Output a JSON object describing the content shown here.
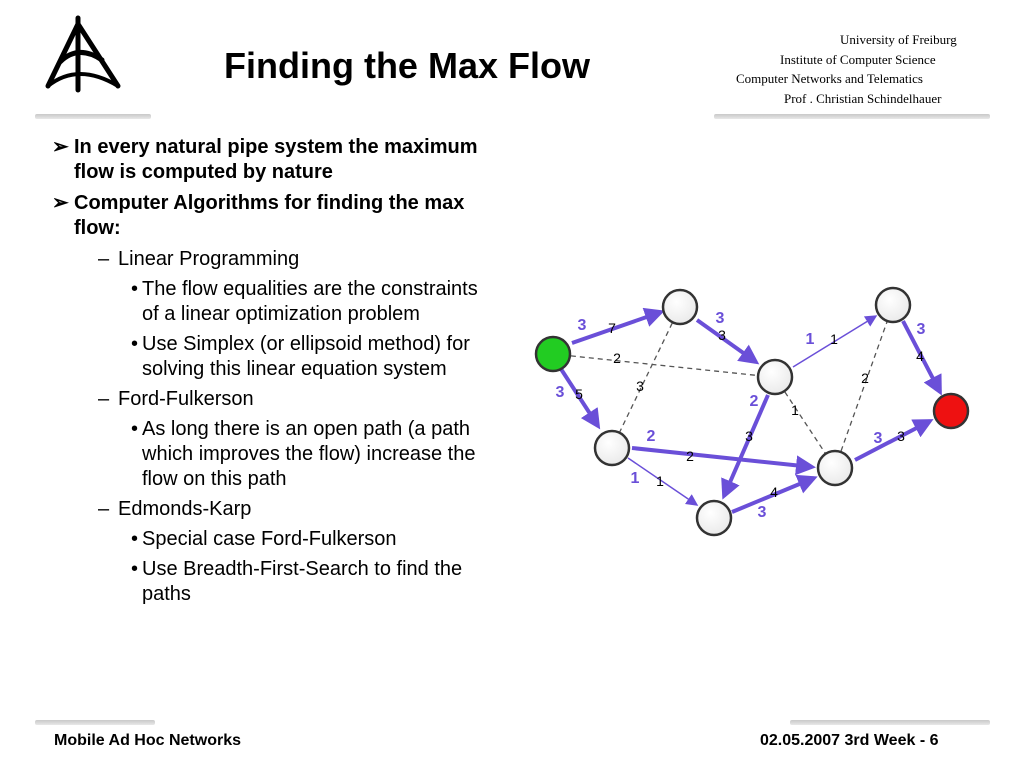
{
  "header": {
    "title": "Finding the Max Flow",
    "institution": [
      "University of Freiburg",
      "Institute of Computer Science",
      "Computer   Networks   and   Telematics",
      "Prof . Christian Schindelhauer"
    ]
  },
  "bullets": [
    {
      "level": 1,
      "text": "In every natural pipe system the maximum flow is computed by nature"
    },
    {
      "level": 1,
      "text": "Computer Algorithms for finding the max flow:"
    },
    {
      "level": 2,
      "text": "Linear Programming"
    },
    {
      "level": 3,
      "text": "The flow equalities are the constraints of a linear optimization problem"
    },
    {
      "level": 3,
      "text": "Use Simplex (or ellipsoid method) for solving this linear equation system"
    },
    {
      "level": 2,
      "text": "Ford-Fulkerson"
    },
    {
      "level": 3,
      "text": "As long there is an open path (a path which improves the flow) increase the flow on this path"
    },
    {
      "level": 2,
      "text": "Edmonds-Karp"
    },
    {
      "level": 3,
      "text": "Special case Ford-Fulkerson"
    },
    {
      "level": 3,
      "text": "Use Breadth-First-Search to find the paths"
    }
  ],
  "markers": {
    "level1": "➢",
    "level2": "–",
    "level3": "•"
  },
  "diagram": {
    "colors": {
      "source": "#22cc22",
      "sink": "#ee1111",
      "node": "#ffffff",
      "flow": "#6a4fd8",
      "edge": "#555555"
    },
    "edges": [
      {
        "id": "s-a",
        "capacity": "7",
        "flow": "3",
        "style": "flow"
      },
      {
        "id": "a-c",
        "capacity": "3",
        "flow": "3",
        "style": "flow"
      },
      {
        "id": "s-c",
        "capacity": "2",
        "flow": "",
        "style": "dashed"
      },
      {
        "id": "s-b",
        "capacity": "5",
        "flow": "3",
        "style": "flow"
      },
      {
        "id": "a-b",
        "capacity": "3",
        "flow": "",
        "style": "dashed"
      },
      {
        "id": "c-d",
        "capacity": "1",
        "flow": "1",
        "style": "thin"
      },
      {
        "id": "c-f",
        "capacity": "3",
        "flow": "2",
        "style": "flow"
      },
      {
        "id": "c-e",
        "capacity": "1",
        "flow": "",
        "style": "dashed"
      },
      {
        "id": "e-d",
        "capacity": "2",
        "flow": "",
        "style": "dashed"
      },
      {
        "id": "d-t",
        "capacity": "4",
        "flow": "3",
        "style": "flow"
      },
      {
        "id": "b-e",
        "capacity": "2",
        "flow": "2",
        "style": "flow"
      },
      {
        "id": "b-f",
        "capacity": "1",
        "flow": "1",
        "style": "thin"
      },
      {
        "id": "f-e",
        "capacity": "4",
        "flow": "3",
        "style": "flow"
      },
      {
        "id": "e-t",
        "capacity": "3",
        "flow": "3",
        "style": "flow"
      }
    ]
  },
  "footer": {
    "left": "Mobile Ad Hoc Networks",
    "right": "02.05.2007 3rd Week - 6"
  }
}
